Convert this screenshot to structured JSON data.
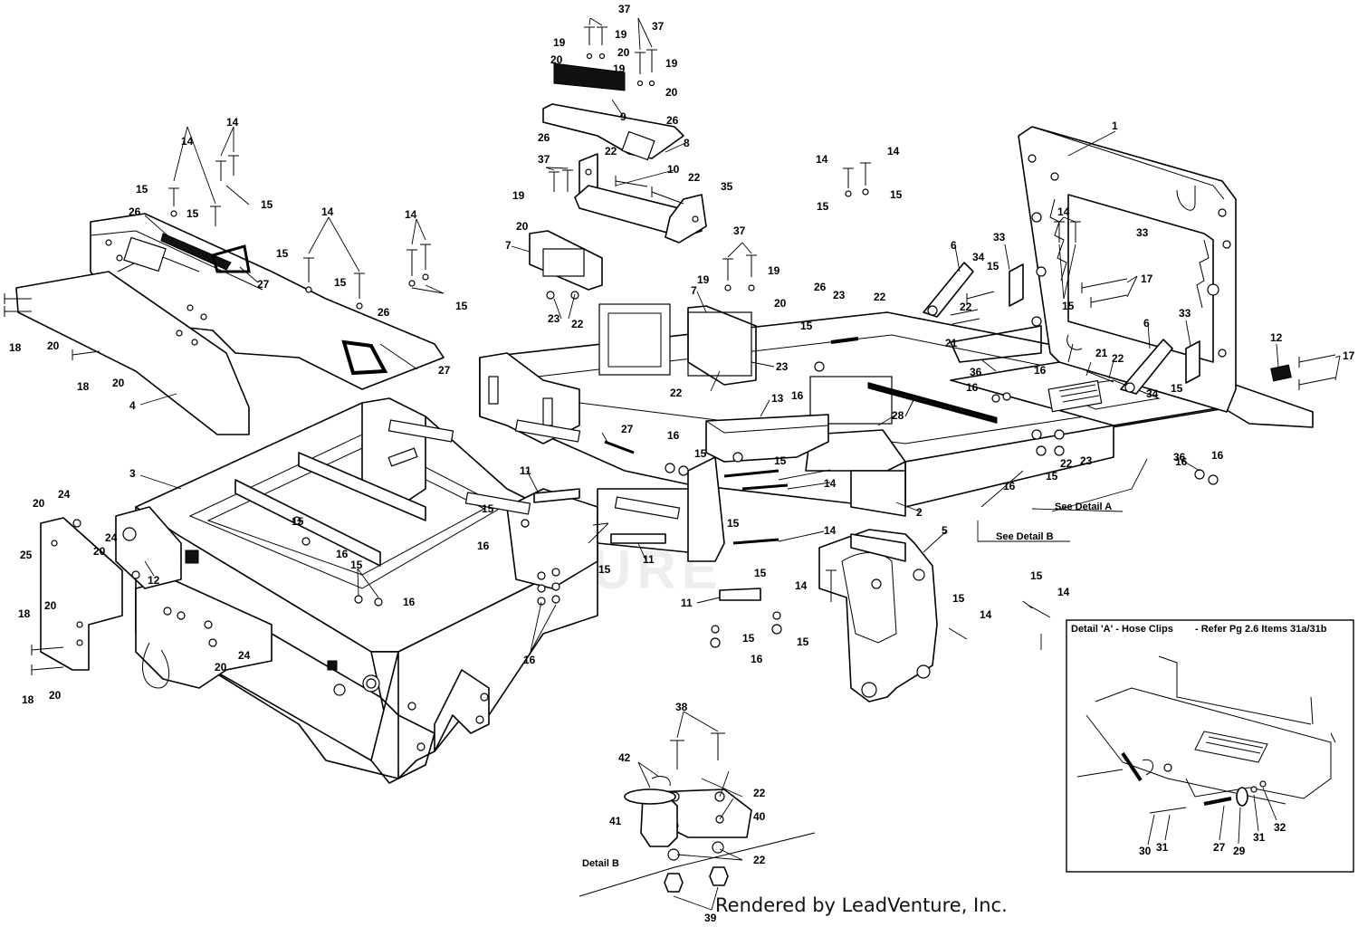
{
  "watermark": "VENTURE",
  "footer": {
    "text": "Rendered by LeadVenture, Inc."
  },
  "captions": {
    "detail_a_title": "Detail 'A' - Hose Clips",
    "detail_a_ref": "- Refer Pg 2.6 Items 31a/31b",
    "see_detail_a": "See Detail A",
    "see_detail_b": "See Detail B",
    "detail_b": "Detail B"
  },
  "callouts": [
    "1",
    "2",
    "3",
    "4",
    "5",
    "6",
    "7",
    "8",
    "9",
    "10",
    "11",
    "12",
    "13",
    "14",
    "15",
    "16",
    "17",
    "18",
    "19",
    "20",
    "21",
    "22",
    "23",
    "24",
    "25",
    "26",
    "27",
    "28",
    "29",
    "30",
    "31",
    "32",
    "33",
    "34",
    "35",
    "36",
    "37",
    "38",
    "39",
    "40",
    "41",
    "42"
  ]
}
